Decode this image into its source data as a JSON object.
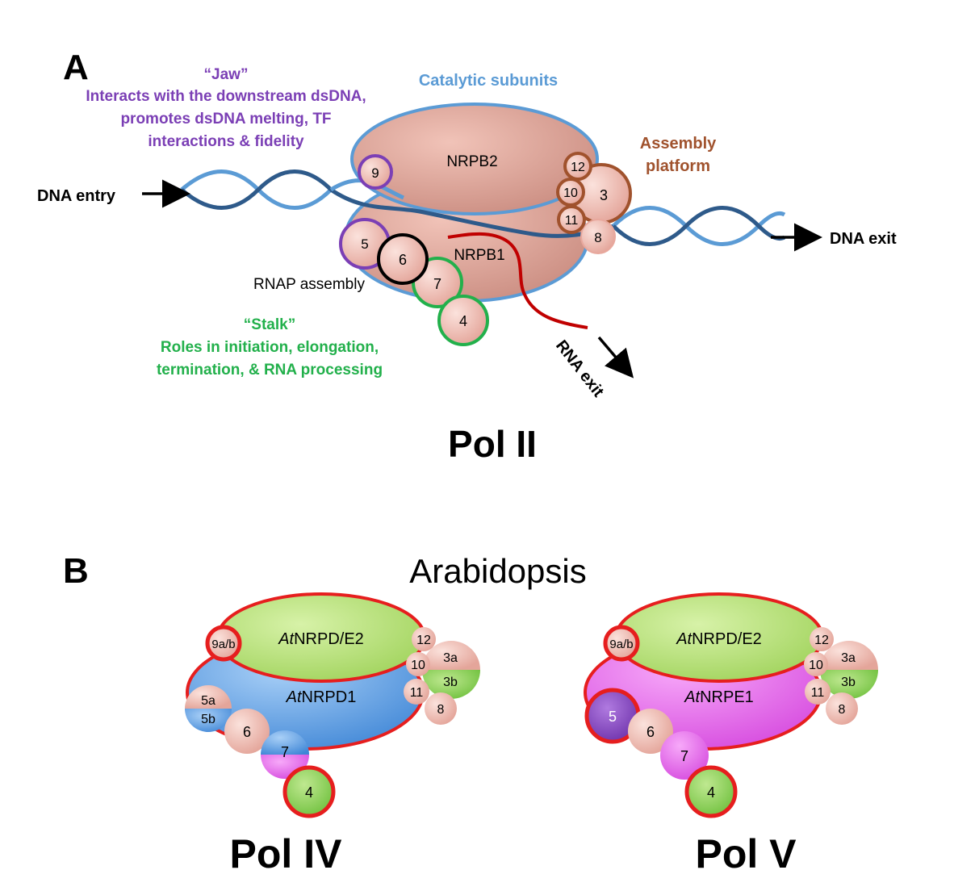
{
  "panel_a": {
    "letter": "A",
    "jaw": {
      "title": "“Jaw”",
      "line1": "Interacts with the downstream dsDNA,",
      "line2": "promotes dsDNA melting, TF",
      "line3": "interactions & fidelity"
    },
    "catalytic": "Catalytic subunits",
    "assembly_platform": {
      "line1": "Assembly",
      "line2": "platform"
    },
    "dna_entry": "DNA entry",
    "dna_exit": "DNA exit",
    "rna_exit": "RNA exit",
    "rnap_assembly": "RNAP assembly",
    "stalk": {
      "title": "“Stalk”",
      "line1": "Roles in initiation, elongation,",
      "line2": "termination, & RNA processing"
    },
    "nrpb2": "NRPB2",
    "nrpb1": "NRPB1",
    "subunits": {
      "s9": "9",
      "s12": "12",
      "s10": "10",
      "s3": "3",
      "s11": "11",
      "s8": "8",
      "s5": "5",
      "s6": "6",
      "s7": "7",
      "s4": "4"
    },
    "caption": "Pol II"
  },
  "panel_b": {
    "letter": "B",
    "organism": "Arabidopsis",
    "pol4": {
      "top_prefix": "At",
      "top_suffix": "NRPD/E2",
      "bottom_prefix": "At",
      "bottom_suffix": "NRPD1",
      "subunits": {
        "s9": "9a/b",
        "s12": "12",
        "s3a": "3a",
        "s10": "10",
        "s3b": "3b",
        "s11": "11",
        "s8": "8",
        "s5a": "5a",
        "s5b": "5b",
        "s6": "6",
        "s7": "7",
        "s4": "4"
      },
      "caption": "Pol IV"
    },
    "pol5": {
      "top_prefix": "At",
      "top_suffix": "NRPD/E2",
      "bottom_prefix": "At",
      "bottom_suffix": "NRPE1",
      "subunits": {
        "s9": "9a/b",
        "s12": "12",
        "s3a": "3a",
        "s10": "10",
        "s3b": "3b",
        "s11": "11",
        "s8": "8",
        "s5": "5",
        "s6": "6",
        "s7": "7",
        "s4": "4"
      },
      "caption": "Pol V"
    }
  },
  "colors": {
    "catalytic_blue": "#5b9bd5",
    "jaw_purple": "#7b3fb5",
    "stalk_green": "#22b04b",
    "assembly_brown": "#a0522d",
    "rna_red": "#c00000",
    "dna_light": "#5b9bd5",
    "dna_dark": "#2e5a8a",
    "pol4_green": "#b8e27a",
    "pol4_blue": "#5a9be0",
    "pol5_magenta": "#e060e8",
    "outline_red": "#e61e1e"
  }
}
